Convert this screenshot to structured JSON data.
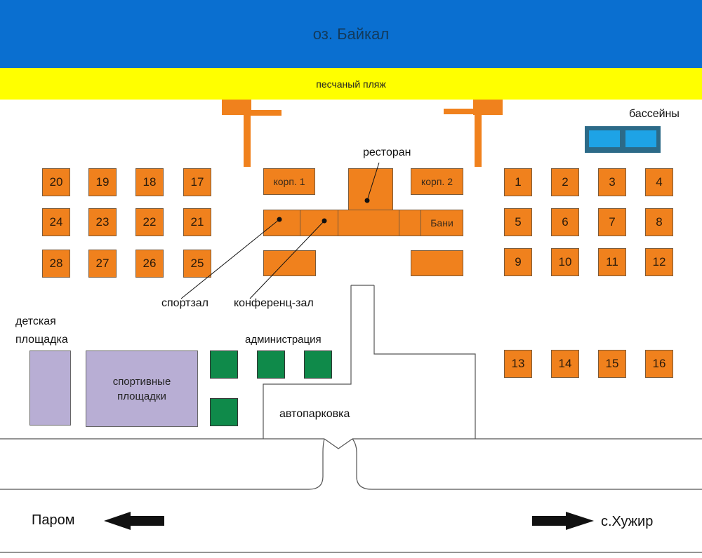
{
  "lake": "оз. Байкал",
  "beach": "песчаный пляж",
  "pools_label": "бассейны",
  "restaurant_label": "ресторан",
  "korp1": "корп. 1",
  "korp2": "корп. 2",
  "banya": "Бани",
  "gym": "спортзал",
  "conference": "конференц-зал",
  "administration": "администрация",
  "playground": "детская площадка",
  "sports_grounds": "спортивные площадки",
  "parking": "автопарковка",
  "left_destination": "Паром",
  "right_destination": "с.Хужир",
  "cabins_left": [
    [
      "20",
      "19",
      "18",
      "17"
    ],
    [
      "24",
      "23",
      "22",
      "21"
    ],
    [
      "28",
      "27",
      "26",
      "25"
    ]
  ],
  "cabins_right": [
    [
      "1",
      "2",
      "3",
      "4"
    ],
    [
      "5",
      "6",
      "7",
      "8"
    ],
    [
      "9",
      "10",
      "11",
      "12"
    ],
    [
      "13",
      "14",
      "15",
      "16"
    ]
  ],
  "colors": {
    "lake": "#0a6fd0",
    "beach": "#ffff00",
    "building": "#f0811d",
    "admin": "#0f8a4a",
    "sports": "#b8aed4",
    "pool": "#1ea3e6"
  }
}
